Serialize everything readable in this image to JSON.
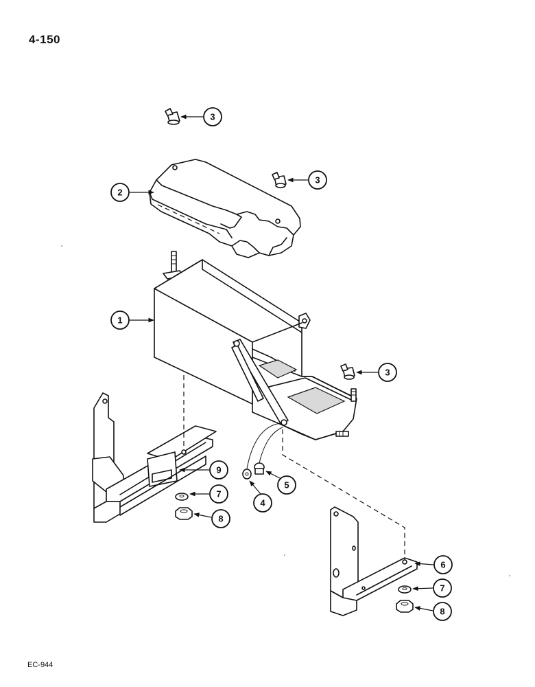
{
  "header": {
    "page_number": "4-150"
  },
  "footer": {
    "doc_code": "EC-944"
  },
  "callouts": [
    {
      "label": "3"
    },
    {
      "label": "2"
    },
    {
      "label": "3"
    },
    {
      "label": "1"
    },
    {
      "label": "3"
    },
    {
      "label": "9"
    },
    {
      "label": "7"
    },
    {
      "label": "8"
    },
    {
      "label": "5"
    },
    {
      "label": "4"
    },
    {
      "label": "6"
    },
    {
      "label": "7"
    },
    {
      "label": "8"
    }
  ]
}
